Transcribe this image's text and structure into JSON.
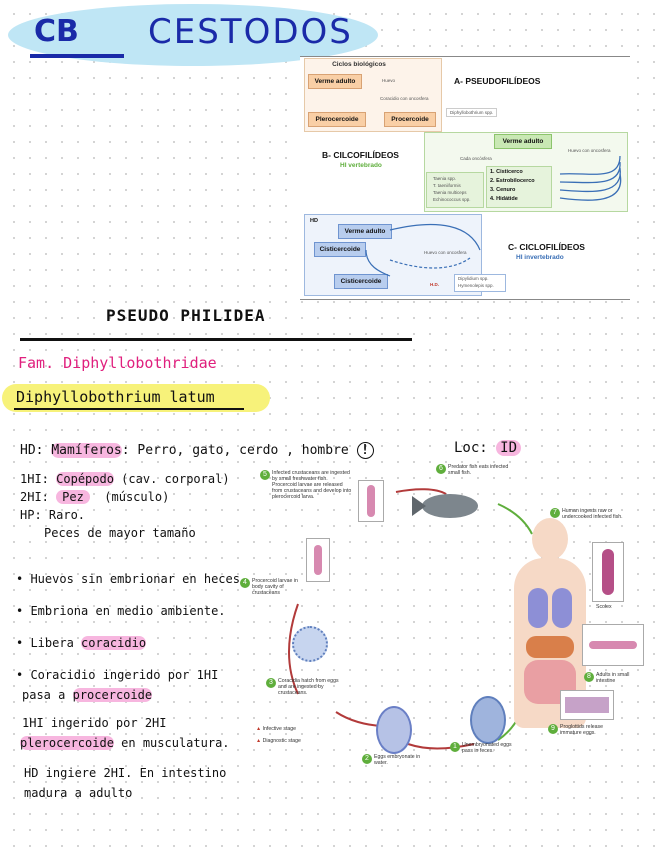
{
  "header": {
    "cb": "CB",
    "title": "CESTODOS"
  },
  "diagram": {
    "heading": "Ciclos biológicos",
    "pseudo": {
      "label": "A- PSEUDOFILÍDEOS",
      "verme": "Verme adulto",
      "ovo": "Huevo",
      "coracidio": "Coracidio con oncosfera",
      "diphy": "Diphyllobothrium spp.",
      "pleroc": "Plerocercoide",
      "proc": "Procercoide"
    },
    "cilco": {
      "label": "B- CILCOFILÍDEOS",
      "hi": "HI vertebrado",
      "verme": "Verme adulto",
      "huevo": "Huevo con oncosfera",
      "cada": "Cada oncósfera",
      "species": [
        "Taenia spp.",
        "T. taeniiformis",
        "Taenia multiceps",
        "Echinococcus spp."
      ],
      "forms": [
        "Cisticerco",
        "Estrobilocerco",
        "Cenuro",
        "Hidátide"
      ],
      "nums": [
        "1.",
        "2.",
        "3.",
        "4."
      ]
    },
    "ciclo": {
      "label": "C- CICLOFILÍDEOS",
      "hi": "HI invertebrado",
      "hd": "HD",
      "verme": "Verme adulto",
      "cisticercoide": "Cisticercoide",
      "huevo": "Huevo con oncosfera",
      "species": [
        "Dipylidium spp.",
        "Hymenolepis spp."
      ],
      "h": "H.D."
    }
  },
  "notes": {
    "section": "PSEUDO PHILIDEA",
    "family": "Fam. Diphyllobothridae",
    "species": "Diphyllobothrium latum",
    "hd_label": "HD:",
    "hd_hl": "Mamíferos",
    "hd_rest": ": Perro, gato, cerdo , hombre",
    "hd_mark": "!",
    "loc_label": "Loc:",
    "loc_val": "ID",
    "hi1_label": "1HI:",
    "hi1_val": "Copépodo",
    "hi1_note": "(cav. corporal)",
    "hi2_label": "2HI:",
    "hi2_val": "Pez",
    "hi2_note": "(músculo)",
    "hp": "HP: Raro.",
    "peces": "Peces de mayor tamaño",
    "b1": "• Huevos sin embrionar en heces",
    "b2": "• Embriona en medio ambiente.",
    "b3a": "• Libera",
    "b3b": "coracidio",
    "b4a": "• Coracidio ingerido por 1HI",
    "b4b": "pasa a",
    "b4c": "procercoide",
    "b5a": "1HI ingerido por 2HI",
    "b5b": "plerocercoide",
    "b5c": "en musculatura.",
    "b6a": "HD ingiere 2HI. En intestino",
    "b6b": "madura a adulto"
  },
  "lifecycle": {
    "s5": "Infected crustaceans are ingested by small freshwater fish. Procercoid larvae are released from crustaceans and develop into plerocercoid larva.",
    "s6": "Predator fish eats infected small fish.",
    "s7": "Human ingests raw or undercooked infected fish.",
    "scolex": "Scolex",
    "s8": "Adults in small intestine",
    "s9": "Proglottids release immature eggs.",
    "s1": "Unembryonated eggs pass in feces.",
    "s2": "Eggs embryonate in water.",
    "s3": "Coracidia hatch from eggs and are ingested by crustaceans.",
    "s4": "Procercoid larvae in body cavity of crustaceans",
    "legend_inf": "Infective stage",
    "legend_diag": "Diagnostic stage",
    "nums": [
      "1",
      "2",
      "3",
      "4",
      "5",
      "6",
      "7",
      "8",
      "9"
    ]
  },
  "colors": {
    "blob": "#bfe6f5",
    "ink": "#1a2aa8",
    "pink": "#f7b6df",
    "magenta": "#e0207e",
    "yellow": "#f7f27a",
    "green": "#5fae3c",
    "arrow": "#b23a3a"
  }
}
